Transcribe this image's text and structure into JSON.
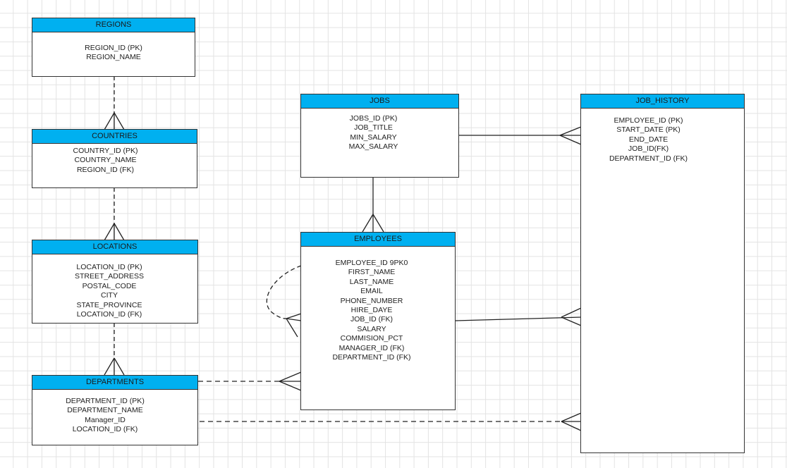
{
  "diagram": {
    "type": "entity-relationship",
    "colors": {
      "header": "#00b0f0",
      "border": "#333333",
      "line": "#222222",
      "grid": "#e3e3e3"
    },
    "entities": {
      "regions": {
        "name": "REGIONS",
        "attributes": [
          "REGION_ID (PK)",
          "REGION_NAME"
        ]
      },
      "countries": {
        "name": "COUNTRIES",
        "attributes": [
          "COUNTRY_ID (PK)",
          "COUNTRY_NAME",
          "REGION_ID (FK)"
        ]
      },
      "locations": {
        "name": "LOCATIONS",
        "attributes": [
          "LOCATION_ID (PK)",
          "STREET_ADDRESS",
          "POSTAL_CODE",
          "CITY",
          "STATE_PROVINCE",
          "LOCATION_ID (FK)"
        ]
      },
      "departments": {
        "name": "DEPARTMENTS",
        "attributes": [
          "DEPARTMENT_ID (PK)",
          "DEPARTMENT_NAME",
          "Manager_ID",
          "LOCATION_ID (FK)"
        ]
      },
      "jobs": {
        "name": "JOBS",
        "attributes": [
          "JOBS_ID (PK)",
          "JOB_TITLE",
          "MIN_SALARY",
          "MAX_SALARY"
        ]
      },
      "employees": {
        "name": "EMPLOYEES",
        "attributes": [
          "EMPLOYEE_ID 9PK0",
          "FIRST_NAME",
          "LAST_NAME",
          "EMAIL",
          "PHONE_NUMBER",
          "HIRE_DAYE",
          "JOB_ID (FK)",
          "SALARY",
          "COMMISION_PCT",
          "MANAGER_ID (FK)",
          "DEPARTMENT_ID (FK)"
        ]
      },
      "job_history": {
        "name": "JOB_HISTORY",
        "attributes": [
          "EMPLOYEE_ID (PK)",
          "START_DATE (PK)",
          "END_DATE",
          "JOB_ID(FK)",
          "DEPARTMENT_ID (FK)"
        ]
      }
    },
    "relationships": [
      {
        "from": "REGIONS",
        "to": "COUNTRIES",
        "cardinality": "one-to-many",
        "style": "dashed"
      },
      {
        "from": "COUNTRIES",
        "to": "LOCATIONS",
        "cardinality": "one-to-many",
        "style": "dashed"
      },
      {
        "from": "LOCATIONS",
        "to": "DEPARTMENTS",
        "cardinality": "one-to-many",
        "style": "dashed"
      },
      {
        "from": "JOBS",
        "to": "EMPLOYEES",
        "cardinality": "one-to-many",
        "style": "solid"
      },
      {
        "from": "JOBS",
        "to": "JOB_HISTORY",
        "cardinality": "one-to-many",
        "style": "solid"
      },
      {
        "from": "EMPLOYEES",
        "to": "JOB_HISTORY",
        "cardinality": "one-to-many",
        "style": "solid"
      },
      {
        "from": "DEPARTMENTS",
        "to": "EMPLOYEES",
        "cardinality": "one-to-many",
        "style": "dashed"
      },
      {
        "from": "DEPARTMENTS",
        "to": "JOB_HISTORY",
        "cardinality": "one-to-many",
        "style": "dashed"
      },
      {
        "from": "EMPLOYEES",
        "to": "EMPLOYEES",
        "cardinality": "one-to-many",
        "style": "dashed",
        "note": "self-reference (manager)"
      }
    ]
  }
}
